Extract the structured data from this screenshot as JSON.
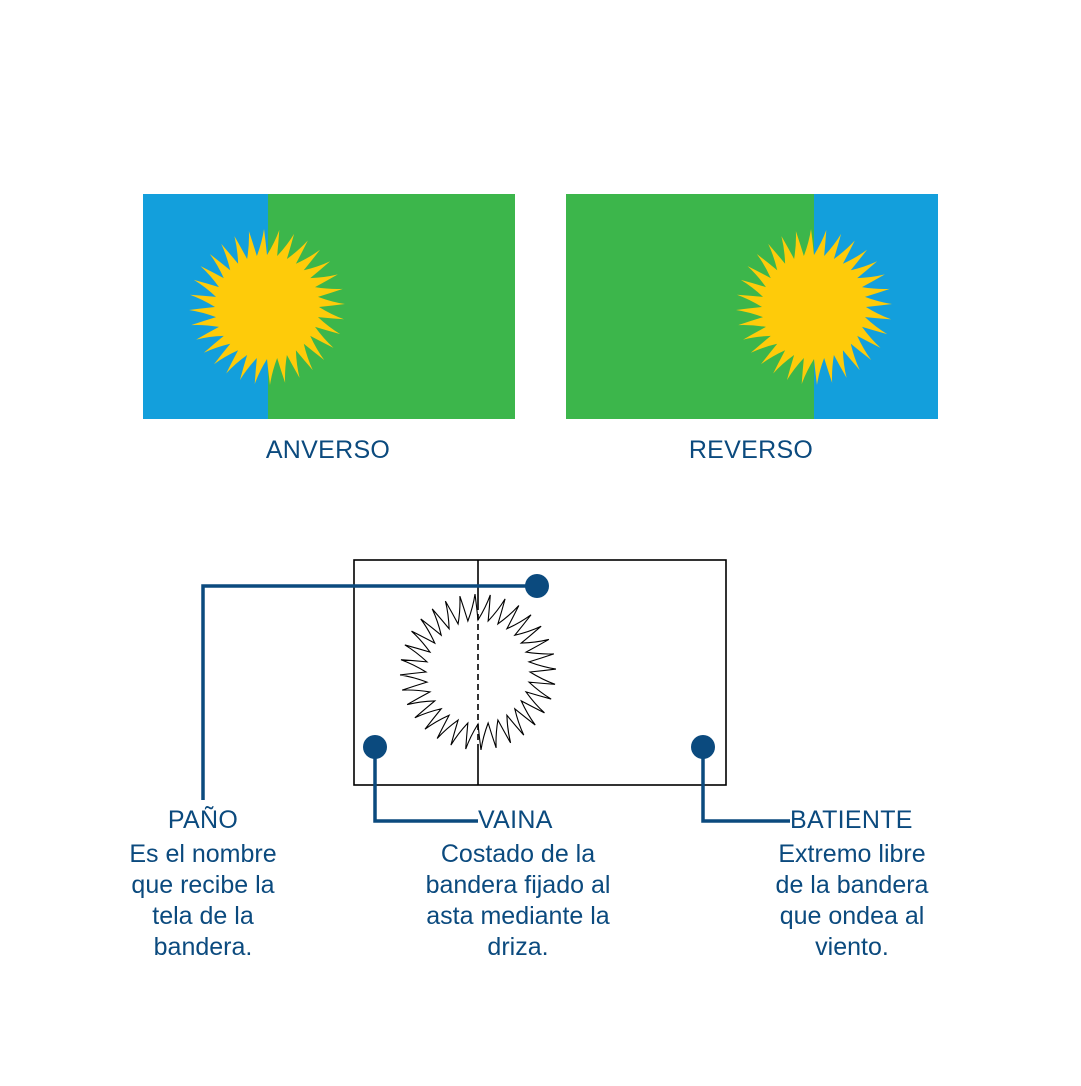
{
  "colors": {
    "blue": "#139fdc",
    "green": "#3cb64b",
    "sun": "#fecb0a",
    "label": "#0b4a7e",
    "line": "#000000"
  },
  "flags": {
    "anverso": {
      "label": "ANVERSO",
      "hoist_side": "left"
    },
    "reverso": {
      "label": "REVERSO",
      "hoist_side": "right"
    }
  },
  "diagram": {
    "pano": {
      "title": "PAÑO",
      "lines": [
        "Es el nombre",
        "que recibe la",
        "tela de la",
        "bandera."
      ]
    },
    "vaina": {
      "title": "VAINA",
      "lines": [
        "Costado de la",
        "bandera fijado al",
        "asta mediante la",
        "driza."
      ]
    },
    "batiente": {
      "title": "BATIENTE",
      "lines": [
        "Extremo libre",
        "de la bandera",
        "que ondea al",
        "viento."
      ]
    }
  }
}
